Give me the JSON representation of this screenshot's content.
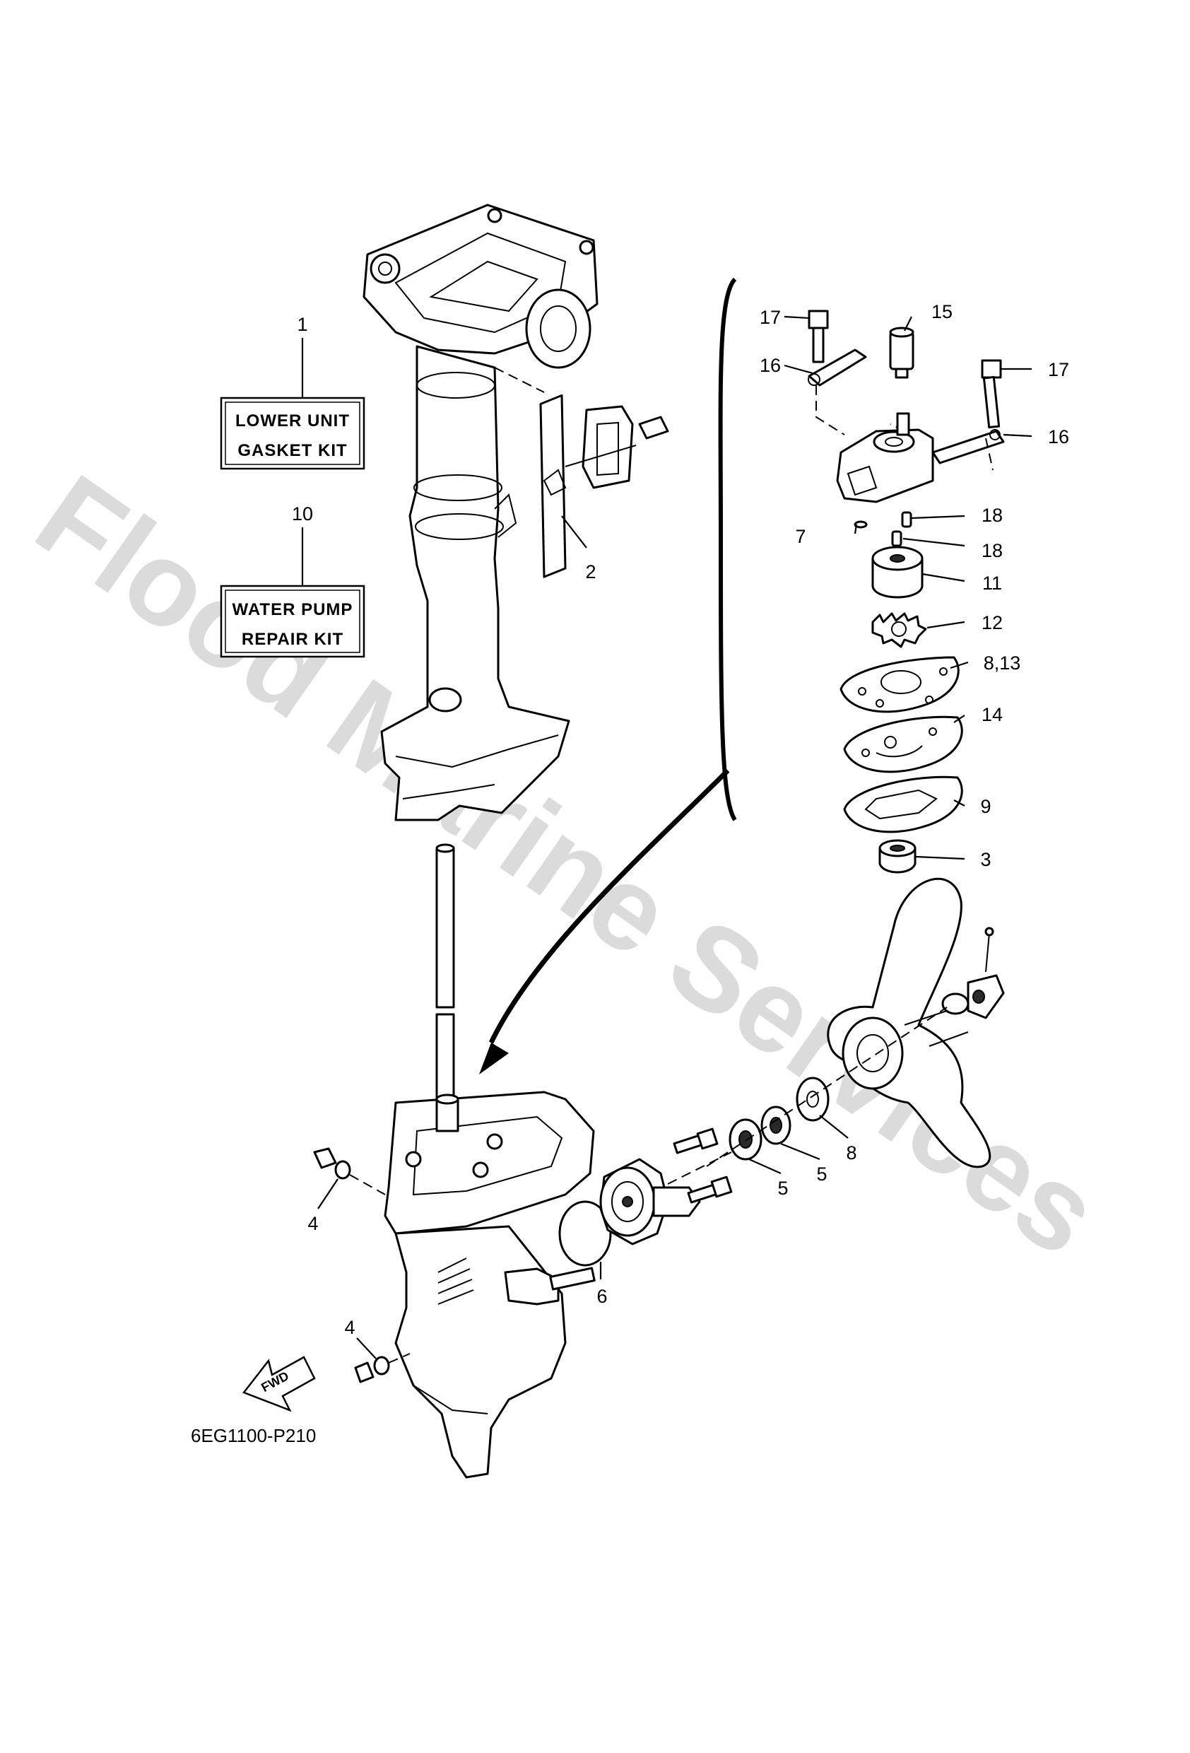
{
  "watermark": "Flood Marine Services",
  "diagram_code": "6EG1100-P210",
  "fwd_label": "FWD",
  "kits": {
    "lower_unit": {
      "number": "1",
      "line1": "LOWER UNIT",
      "line2": "GASKET KIT"
    },
    "water_pump": {
      "number": "10",
      "line1": "WATER PUMP",
      "line2": "REPAIR KIT"
    }
  },
  "callouts": {
    "c2": "2",
    "c3": "3",
    "c4a": "4",
    "c4b": "4",
    "c5a": "5",
    "c5b": "5",
    "c6": "6",
    "c7": "7",
    "c8": "8",
    "c8_13": "8,13",
    "c9": "9",
    "c11": "11",
    "c12": "12",
    "c14": "14",
    "c15": "15",
    "c16a": "16",
    "c16b": "16",
    "c17a": "17",
    "c17b": "17",
    "c18a": "18",
    "c18b": "18"
  }
}
